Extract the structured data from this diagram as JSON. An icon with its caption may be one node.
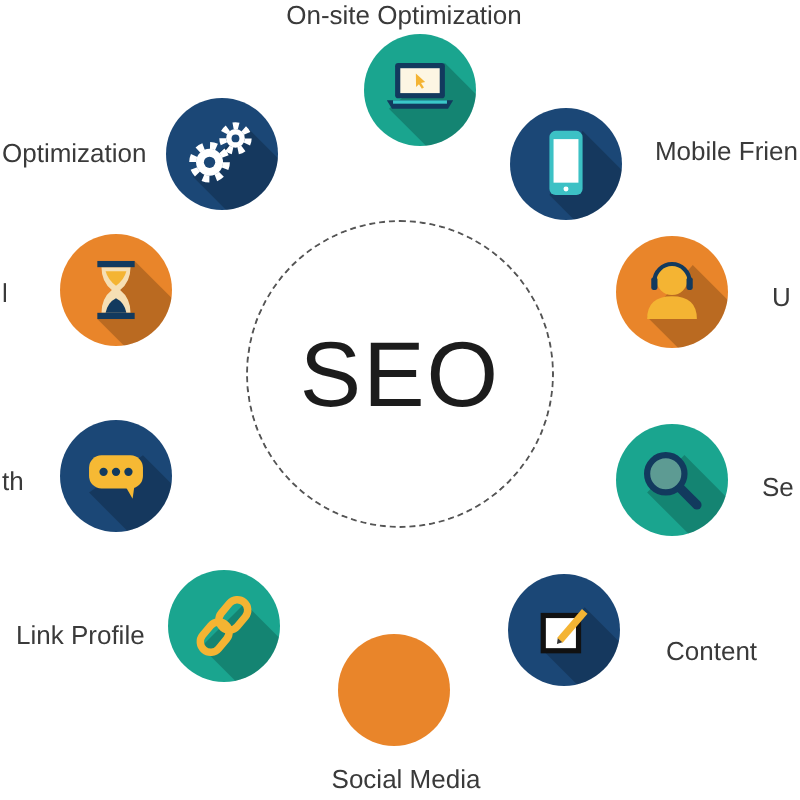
{
  "diagram": {
    "nodes": [
      {
        "text": [
          "SEO"
        ]
      },
      {
        "text": [],
        "shape": "picture",
        "beside": [
          "On-site Optimization"
        ]
      },
      {
        "text": [],
        "shape": "picture",
        "beside": [
          "Mobile Frien"
        ]
      },
      {
        "text": [],
        "shape": "picture",
        "beside": [
          "U"
        ]
      },
      {
        "text": [],
        "shape": "picture",
        "beside": [
          "Se"
        ]
      },
      {
        "text": [],
        "shape": "picture",
        "beside": [
          "Content"
        ]
      },
      {
        "text": [],
        "shape": "circle",
        "beside": [
          "Social Media"
        ]
      },
      {
        "text": [],
        "shape": "picture",
        "beside": [
          "Link Profile"
        ]
      },
      {
        "text": [],
        "shape": "picture",
        "beside": [
          "th"
        ]
      },
      {
        "text": [],
        "shape": "picture",
        "beside": [
          "l"
        ]
      },
      {
        "text": [],
        "shape": "picture",
        "beside": [
          "Optimization"
        ]
      }
    ]
  }
}
